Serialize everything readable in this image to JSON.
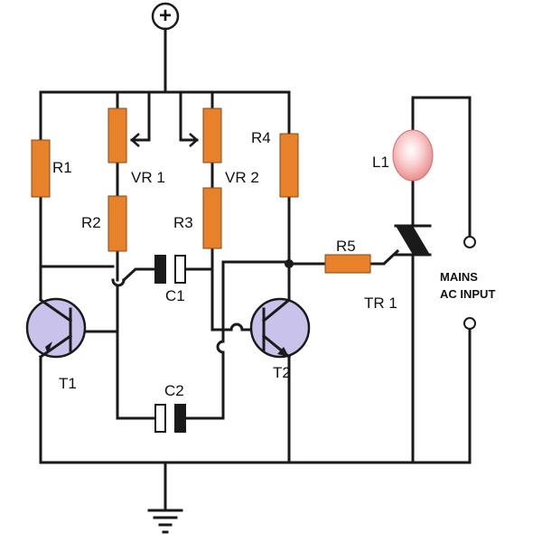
{
  "supply": {
    "positive_symbol": "+"
  },
  "labels": {
    "R1": "R1",
    "R2": "R2",
    "R3": "R3",
    "R4": "R4",
    "R5": "R5",
    "VR1": "VR 1",
    "VR2": "VR 2",
    "C1": "C1",
    "C2": "C2",
    "T1": "T1",
    "T2": "T2",
    "TR1": "TR 1",
    "L1": "L1"
  },
  "mains": {
    "line1": "MAINS",
    "line2": "AC INPUT"
  },
  "colors": {
    "resistor": "#e8822a",
    "transistor": "#c9c3ec",
    "lamp": "#f6a5a5",
    "wire": "#1a1a1a"
  }
}
